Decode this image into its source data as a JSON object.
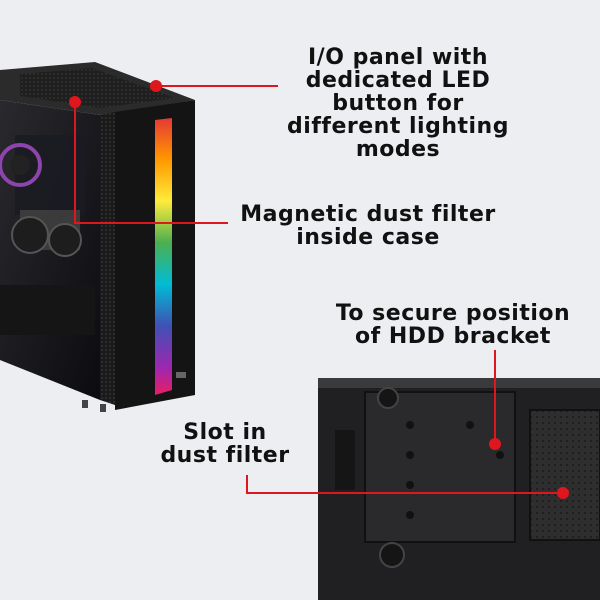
{
  "callouts": {
    "io_panel": {
      "lines": [
        "I/O panel with",
        "dedicated LED",
        "button for",
        "different lighting",
        "modes"
      ]
    },
    "magnetic_filter": {
      "lines": [
        "Magnetic dust filter",
        "inside case"
      ]
    },
    "hdd_bracket": {
      "lines": [
        "To secure position",
        "of HDD bracket"
      ]
    },
    "slot": {
      "lines": [
        "Slot in",
        "dust filter"
      ]
    }
  },
  "colors": {
    "background": "#eceef1",
    "callout_red": "#e0161e",
    "case_black": "#141414",
    "panel_gray": "#3a3a3a"
  }
}
